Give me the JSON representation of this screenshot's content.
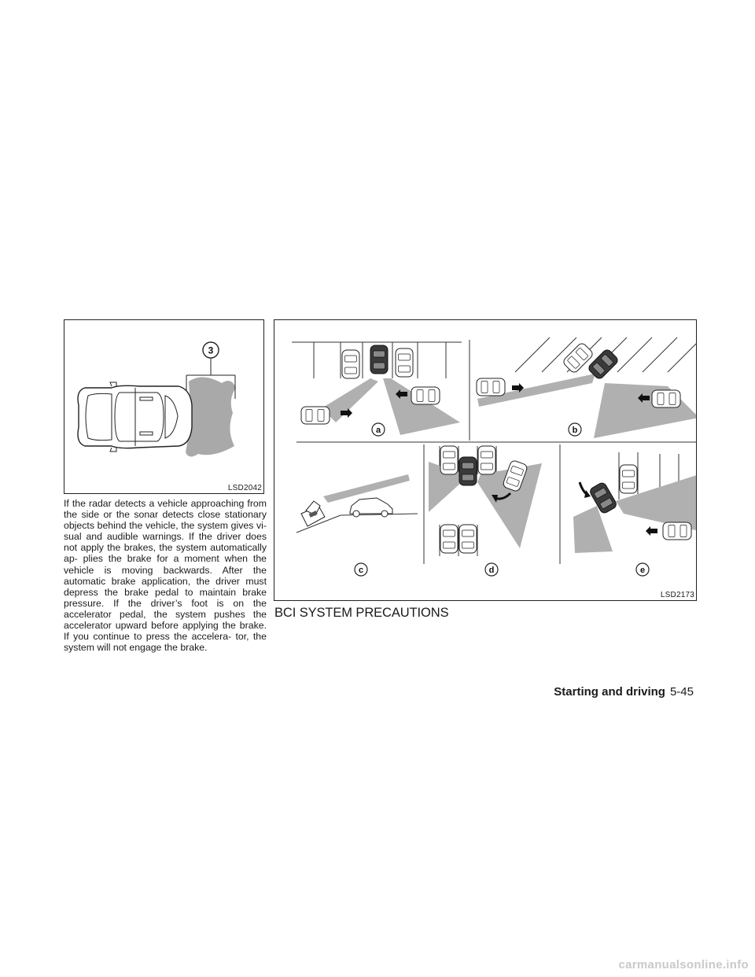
{
  "figure1": {
    "callout": "3",
    "code": "LSD2042"
  },
  "figure2": {
    "code": "LSD2173",
    "panels": [
      {
        "label": "a"
      },
      {
        "label": "b"
      },
      {
        "label": "c"
      },
      {
        "label": "d"
      },
      {
        "label": "e"
      }
    ]
  },
  "body": {
    "paragraph": "If the radar detects a vehicle approaching from the side or the sonar detects close stationary objects behind the vehicle, the system gives vi- sual and audible warnings. If the driver does not apply the brakes, the system automatically ap- plies the brake for a moment when the vehicle is moving backwards. After the automatic brake application, the driver must depress the brake pedal to maintain brake pressure. If the driver’s foot is on the accelerator pedal, the system pushes the accelerator upward before applying the brake. If you continue to press the accelera- tor, the system will not engage the brake."
  },
  "section": {
    "heading": "BCI SYSTEM PRECAUTIONS"
  },
  "footer": {
    "section_name": "Starting and driving",
    "page_number": "5-45"
  },
  "watermark": "carmanualsonline.info"
}
